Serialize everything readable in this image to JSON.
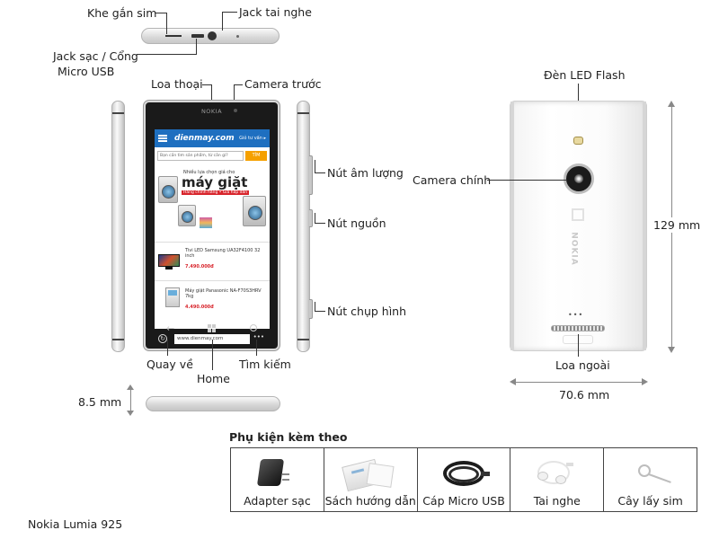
{
  "labels": {
    "sim_slot": "Khe gắn sim",
    "headphone_jack": "Jack tai nghe",
    "charging_port_line1": "Jack sạc / Cổng",
    "charging_port_line2": "Micro USB",
    "earpiece": "Loa thoại",
    "front_camera": "Camera trước",
    "volume_button": "Nút âm lượng",
    "power_button": "Nút nguồn",
    "camera_button": "Nút chụp hình",
    "back_key": "Quay về",
    "home_key": "Home",
    "search_key": "Tìm kiếm",
    "led_flash": "Đèn LED Flash",
    "main_camera": "Camera chính",
    "loudspeaker": "Loa ngoài",
    "thickness": "8.5 mm",
    "height": "129 mm",
    "width": "70.6 mm"
  },
  "phone_front": {
    "brand": "NOKIA",
    "screen": {
      "logo": "dienmay.com",
      "city": "Giỏ tư vấn ▸",
      "search_placeholder": "Bạn cần tìm sản phẩm, từ cần gì?",
      "search_button": "TÌM",
      "banner_small": "Nhiều lựa chọn giá cho",
      "banner_title": "máy giặt",
      "banner_tag": "Hàng chính hãng • Giá hấp dẫn",
      "item1_title": "Tivi LED Samsung UA32F4100 32 inch",
      "item1_price": "7.490.000đ",
      "item2_title": "Máy giặt Panasonic NA-F70S3HRV 7kg",
      "item2_price": "4.490.000đ",
      "url": "www.dienmay.com",
      "more": "•••"
    }
  },
  "phone_back": {
    "brand": "NOKIA",
    "dots": "•••"
  },
  "accessories": {
    "title": "Phụ kiện kèm theo",
    "items": [
      {
        "name": "Adapter sạc",
        "icon": "charger-icon"
      },
      {
        "name": "Sách hướng dẫn",
        "icon": "manual-icon"
      },
      {
        "name": "Cáp Micro USB",
        "icon": "usb-cable-icon"
      },
      {
        "name": "Tai nghe",
        "icon": "earphones-icon"
      },
      {
        "name": "Cây lấy sim",
        "icon": "sim-ejector-icon"
      }
    ]
  },
  "model": "Nokia Lumia 925"
}
